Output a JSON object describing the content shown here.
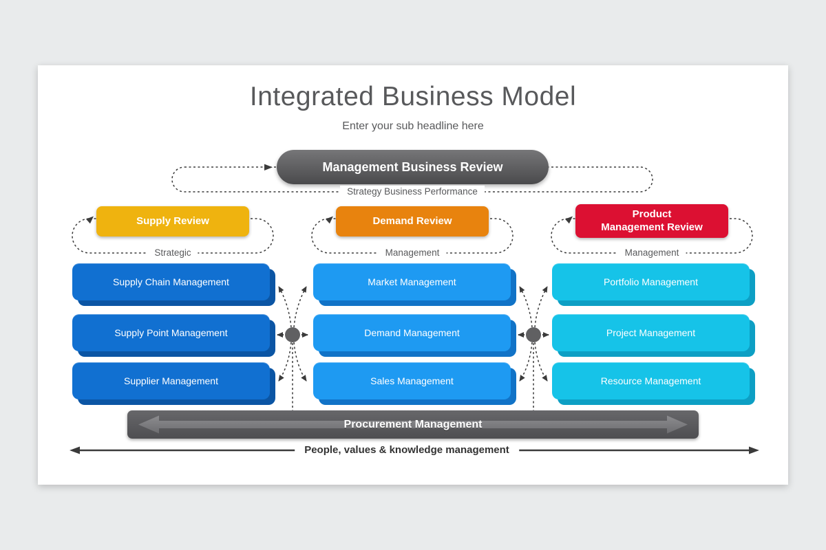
{
  "page": {
    "title": "Integrated Business Model",
    "subtitle": "Enter your sub headline here"
  },
  "top_review": {
    "label": "Management Business Review",
    "loop_label": "Strategy Business Performance"
  },
  "reviews": [
    {
      "label": "Supply Review",
      "loop_label": "Strategic",
      "color": "#EFB30F"
    },
    {
      "label": "Demand Review",
      "loop_label": "Management",
      "color": "#E8830E"
    },
    {
      "label": "Product\nManagement Review",
      "loop_label": "Management",
      "color": "#DC1032"
    }
  ],
  "columns": [
    {
      "color": "#1170D1",
      "shadow_color": "#0B55A4",
      "items": [
        "Supply Chain Management",
        "Supply Point Management",
        "Supplier Management"
      ]
    },
    {
      "color": "#1E9AF2",
      "shadow_color": "#1173C7",
      "items": [
        "Market Management",
        "Demand Management",
        "Sales Management"
      ]
    },
    {
      "color": "#16C3E8",
      "shadow_color": "#0D9FC4",
      "items": [
        "Portfolio Management",
        "Project Management",
        "Resource Management"
      ]
    }
  ],
  "bottom": {
    "bar_label": "Procurement Management",
    "footer_label": "People, values & knowledge management"
  },
  "colors": {
    "top_pill_start": "#767678",
    "top_pill_end": "#4a4a4c",
    "bar": "#4e4e51",
    "dash": "#3b3b3b",
    "node": "#606062",
    "footer_line": "#3a3a3a",
    "title_text": "#58595b",
    "label_text": "#58595b"
  }
}
